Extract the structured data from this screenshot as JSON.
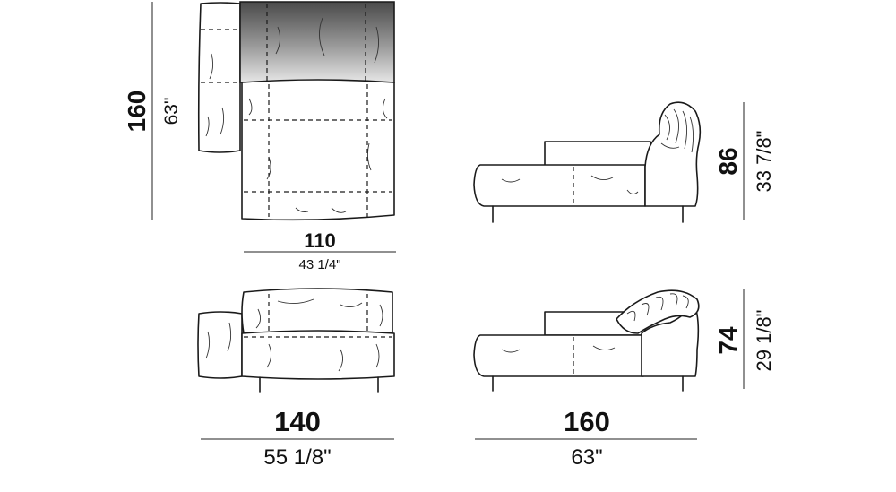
{
  "top_view": {
    "depth_cm": "160",
    "depth_in": "63\"",
    "width_cm": "110",
    "width_in": "43 1/4\""
  },
  "front_view": {
    "width_cm": "140",
    "width_in": "55 1/8\""
  },
  "side_view_upright": {
    "height_cm": "86",
    "height_in": "33 7/8\""
  },
  "side_view_reclined": {
    "height_cm": "74",
    "height_in": "29 1/8\"",
    "length_cm": "160",
    "length_in": "63\""
  }
}
